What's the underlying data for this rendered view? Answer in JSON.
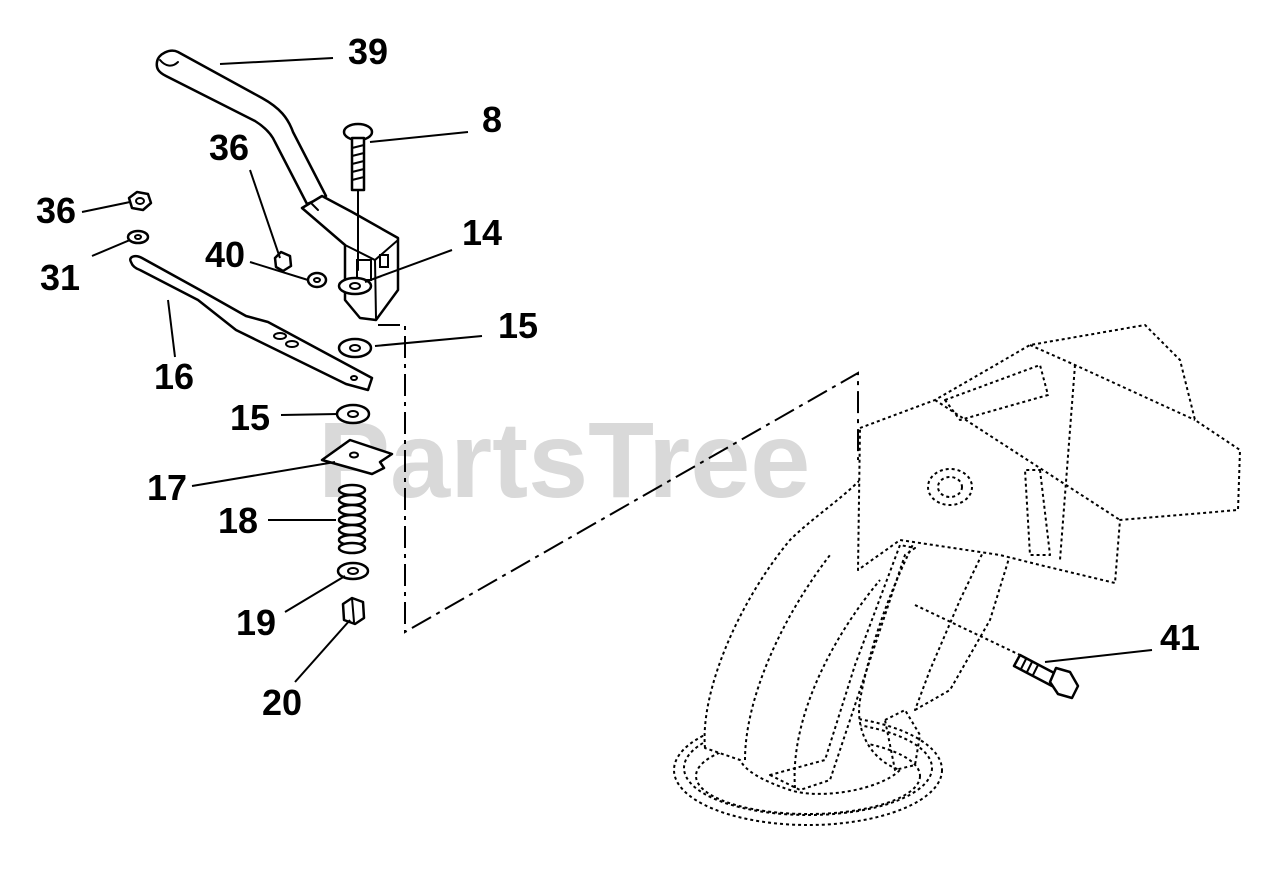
{
  "watermark": "PartsTree",
  "callouts": {
    "c39": "39",
    "c8": "8",
    "c36a": "36",
    "c36b": "36",
    "c14": "14",
    "c40": "40",
    "c31": "31",
    "c15a": "15",
    "c16": "16",
    "c15b": "15",
    "c17": "17",
    "c18": "18",
    "c19": "19",
    "c20": "20",
    "c41": "41"
  }
}
